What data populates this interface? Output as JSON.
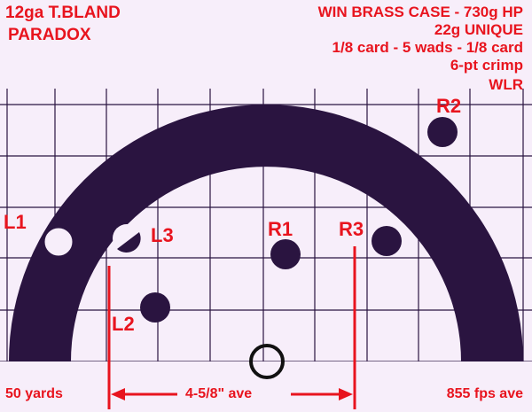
{
  "header": {
    "left_lines": [
      "12ga T.BLAND",
      "PARADOX"
    ],
    "right_lines": [
      "WIN BRASS CASE - 730g HP",
      "22g UNIQUE",
      "1/8 card - 5 wads - 1/8 card",
      "6-pt crimp",
      "WLR"
    ]
  },
  "shots": [
    {
      "label": "L1"
    },
    {
      "label": "L2"
    },
    {
      "label": "L3"
    },
    {
      "label": "R1"
    },
    {
      "label": "R2"
    },
    {
      "label": "R3"
    }
  ],
  "footer": {
    "distance": "50 yards",
    "spread": "4-5/8\" ave",
    "velocity": "855 fps ave"
  },
  "colors": {
    "background": "#f7eefa",
    "target_arc": "#2a1440",
    "grid": "#2a1440",
    "labels": "#e8141e",
    "measure_lines": "#e8141e"
  }
}
